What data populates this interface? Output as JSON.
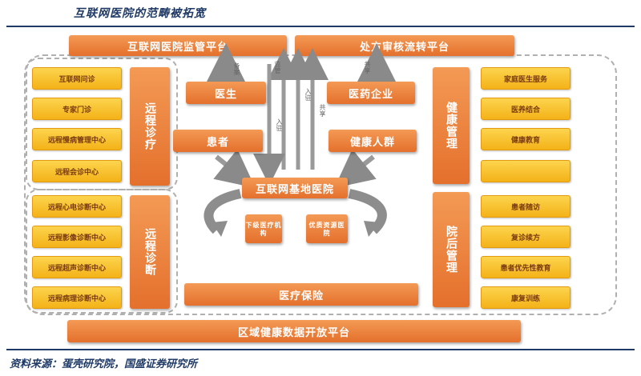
{
  "title": "互联网医院的范畴被拓宽",
  "source": "资料来源：蛋壳研究院，国盛证券研究所",
  "top_bars": {
    "left": "互联网医院监管平台",
    "right": "处方审核流转平台"
  },
  "bottom_bar": "区域健康数据开放平台",
  "insurance": "医疗保险",
  "center": {
    "hub": "互联网基地医院",
    "doctor": "医生",
    "patient": "患者",
    "pharma": "医药企业",
    "healthy": "健康人群",
    "lower_inst": "下级医疗机构",
    "quality_res": "优质资源医院"
  },
  "arrow_labels": {
    "register": "备案",
    "supervise": "监管",
    "enter": "入驻",
    "share": "共享"
  },
  "left_groups": {
    "consult_label": "远程诊疗",
    "consult_items": [
      "互联网问诊",
      "专家门诊",
      "远程慢病管理中心",
      "远程会诊中心"
    ],
    "diag_label": "远程诊断",
    "diag_items": [
      "远程心电诊断中心",
      "远程影像诊断中心",
      "远程超声诊断中心",
      "远程病理诊断中心"
    ]
  },
  "right_groups": {
    "health_label": "健康管理",
    "health_items": [
      "家庭医生服务",
      "医养结合",
      "健康教育",
      ""
    ],
    "post_label": "院后管理",
    "post_items": [
      "患者随访",
      "复诊续方",
      "患者优先性教育",
      "康复训练"
    ]
  }
}
